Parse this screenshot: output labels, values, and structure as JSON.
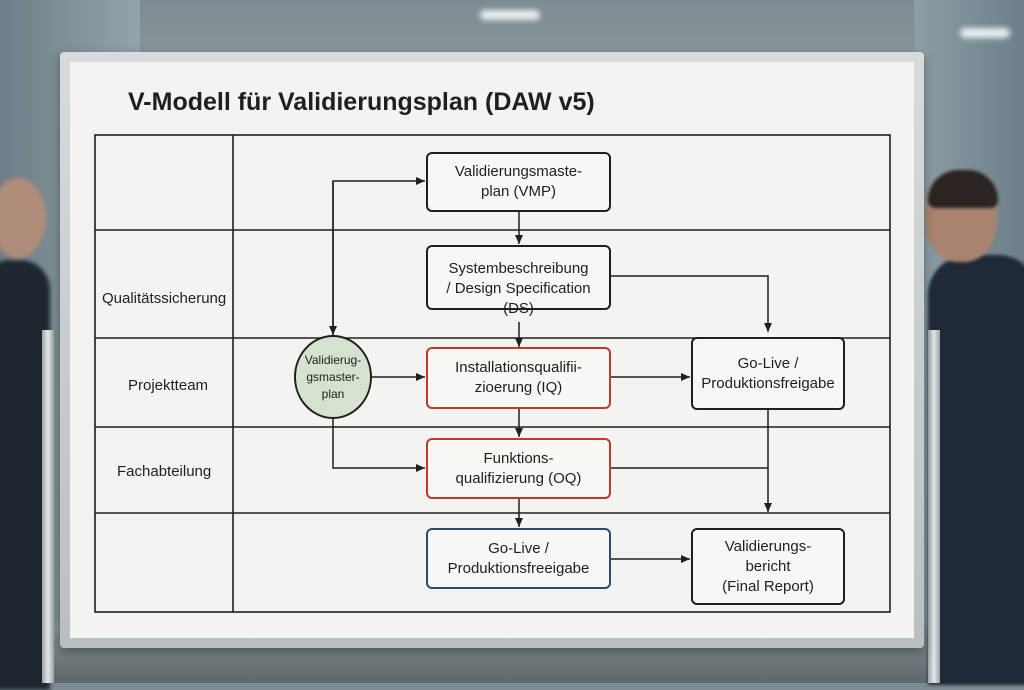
{
  "title": "V-Modell für Validierungsplan (DAW v5)",
  "lanes": [
    "",
    "Qualitätssicherung",
    "Projektteam",
    "Fachabteilung",
    ""
  ],
  "nodes": {
    "vmp": "Validierungsmaste-\nplan (VMP)",
    "ds": "Systembeschreibung\n/ Design Specification\n(DS)",
    "circle": "Validierug-\ngsmaster-\nplan",
    "iq": "Installationsqualifii-\nzioerung  (IQ)",
    "golive_top": "Go-Live /\nProduktionsfreigabe",
    "oq": "Funktions-\nqualifizierung   (OQ)",
    "golive_bottom": "Go-Live /\nProduktionsfreeigabe",
    "report": "Validierungs-\nbericht\n(Final Report)"
  },
  "colors": {
    "ink": "#1f1f1f",
    "red_border": "#c0392b",
    "blue_border": "#2c4a6e",
    "circle_fill": "#d5e2cf"
  }
}
